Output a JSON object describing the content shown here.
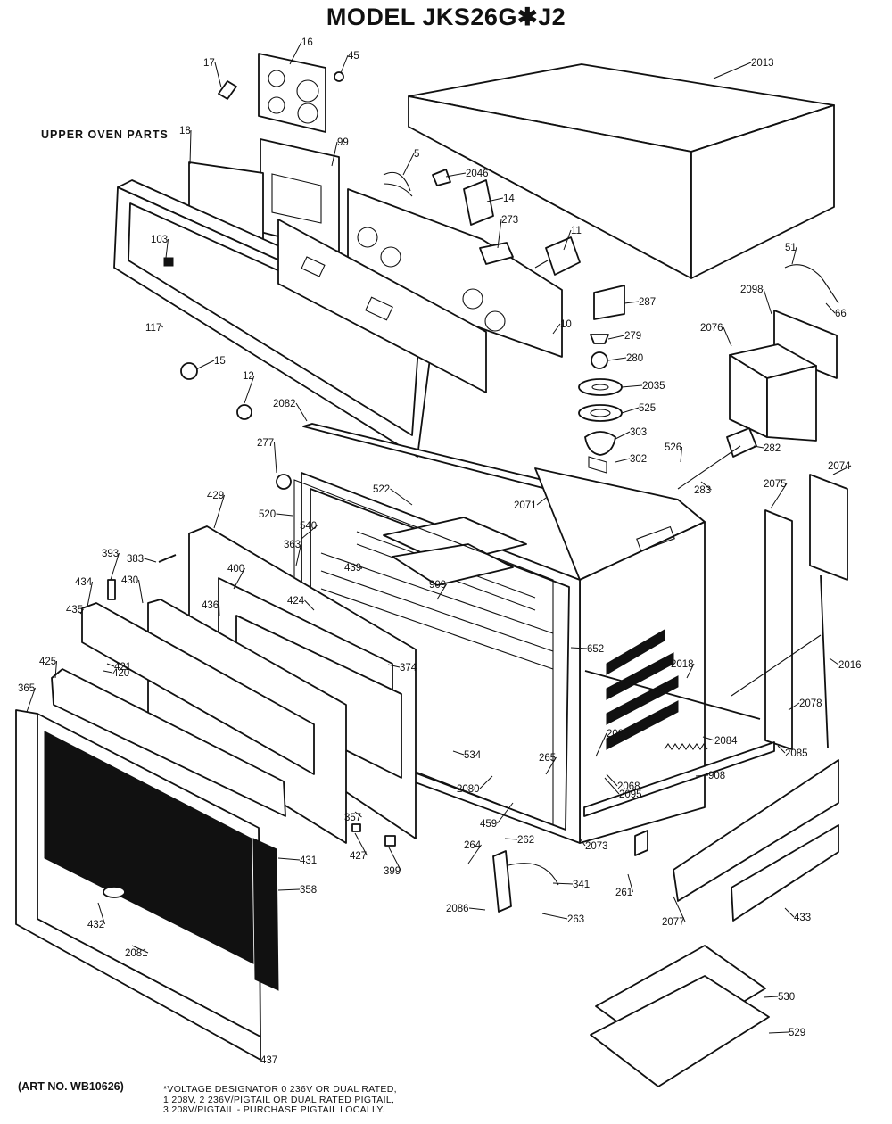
{
  "title": "MODEL JKS26G✱J2",
  "section_label": "UPPER OVEN PARTS",
  "art_number": "(ART NO. WB10626)",
  "voltage_note": {
    "line1": "*VOLTAGE DESIGNATOR 0  236V OR DUAL RATED,",
    "line2": "1  208V, 2  236V/PIGTAIL OR DUAL RATED PIGTAIL,",
    "line3": "3  208V/PIGTAIL - PURCHASE PIGTAIL LOCALLY."
  },
  "callouts": [
    "17",
    "16",
    "45",
    "2013",
    "99",
    "18",
    "5",
    "2046",
    "14",
    "273",
    "11",
    "51",
    "103",
    "287",
    "2098",
    "66",
    "117",
    "279",
    "2076",
    "10",
    "280",
    "15",
    "2035",
    "12",
    "525",
    "2082",
    "303",
    "282",
    "277",
    "302",
    "526",
    "522",
    "2071",
    "2074",
    "283",
    "429",
    "520",
    "540",
    "2075",
    "363",
    "383",
    "393",
    "439",
    "909",
    "400",
    "434",
    "430",
    "424",
    "436",
    "652",
    "435",
    "2016",
    "421",
    "420",
    "374",
    "2018",
    "2078",
    "425",
    "365",
    "2083",
    "2084",
    "265",
    "534",
    "2068",
    "2085",
    "2095",
    "908",
    "2080",
    "357",
    "459",
    "2073",
    "427",
    "262",
    "264",
    "399",
    "431",
    "261",
    "358",
    "341",
    "2077",
    "2086",
    "263",
    "432",
    "433",
    "2081",
    "530",
    "529",
    "437"
  ]
}
